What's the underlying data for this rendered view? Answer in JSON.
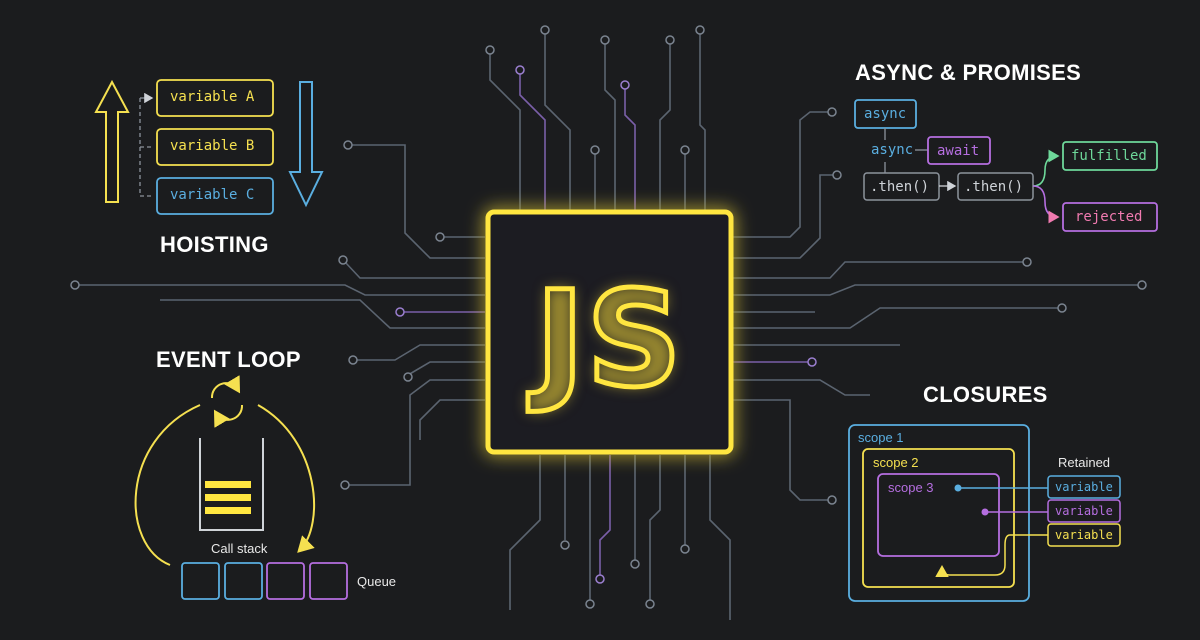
{
  "chip": {
    "label": "JS"
  },
  "hoisting": {
    "title": "HOISTING",
    "variables": [
      "variable A",
      "variable B",
      "variable C"
    ]
  },
  "async": {
    "title": "ASYNC & PROMISES",
    "async_box": "async",
    "async_text": "async",
    "await_box": "await",
    "then_1": ".then()",
    "then_2": ".then()",
    "fulfilled": "fulfilled",
    "rejected": "rejected"
  },
  "event_loop": {
    "title": "EVENT LOOP",
    "call_stack": "Call stack",
    "queue": "Queue"
  },
  "closures": {
    "title": "CLOSURES",
    "scope_1": "scope 1",
    "scope_2": "scope 2",
    "scope_3": "scope 3",
    "retained": "Retained",
    "retained_items": [
      "variable",
      "variable",
      "variable"
    ]
  },
  "colors": {
    "yellow": "#f5e050",
    "blue": "#5aaee0",
    "purple": "#b56ee0",
    "green": "#6ed89a",
    "pink": "#f07ab0",
    "trace": "#5b6470"
  }
}
